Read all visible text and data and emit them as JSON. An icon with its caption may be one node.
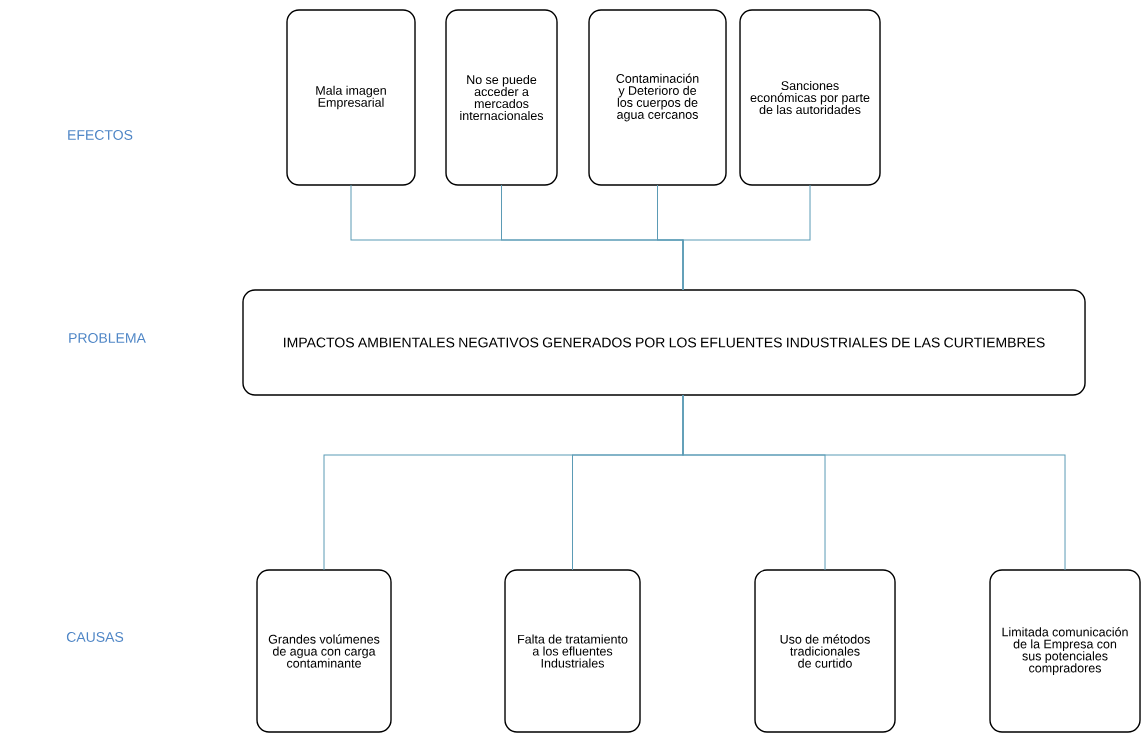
{
  "diagram": {
    "nodes": [
      {
        "text": [
          "Mala imagen Empresarial"
        ]
      },
      {
        "text": [
          "No se puede acceder a mercados internacionales"
        ]
      },
      {
        "text": [
          "Contaminación y Deterioro de los cuerpos de agua cercanos"
        ]
      },
      {
        "text": [
          "Sanciones económicas por parte de las autoridades"
        ]
      },
      {
        "text": [
          "IMPACTOS AMBIENTALES NEGATIVOS GENERADOS POR LOS EFLUENTES INDUSTRIALES DE LAS CURTIEMBRES"
        ]
      },
      {
        "text": [
          "Grandes volúmenes de agua con carga contaminante"
        ]
      },
      {
        "text": [
          "Falta de tratamiento a los efluentes Industriales"
        ]
      },
      {
        "text": [
          "Uso de métodos tradicionales de curtido"
        ]
      },
      {
        "text": [
          "Limitada comunicación de la Empresa con sus potenciales compradores"
        ]
      }
    ],
    "edges": [
      {
        "from": 4,
        "to": 0,
        "arrow": "none"
      },
      {
        "from": 4,
        "to": 1,
        "arrow": "none"
      },
      {
        "from": 4,
        "to": 2,
        "arrow": "none"
      },
      {
        "from": 4,
        "to": 3,
        "arrow": "none"
      },
      {
        "from": 5,
        "to": 4,
        "arrow": "none"
      },
      {
        "from": 6,
        "to": 4,
        "arrow": "none"
      },
      {
        "from": 7,
        "to": 4,
        "arrow": "none"
      },
      {
        "from": 8,
        "to": 4,
        "arrow": "none"
      }
    ],
    "labels": [
      "EFECTOS",
      "PROBLEMA",
      "CAUSAS"
    ]
  }
}
